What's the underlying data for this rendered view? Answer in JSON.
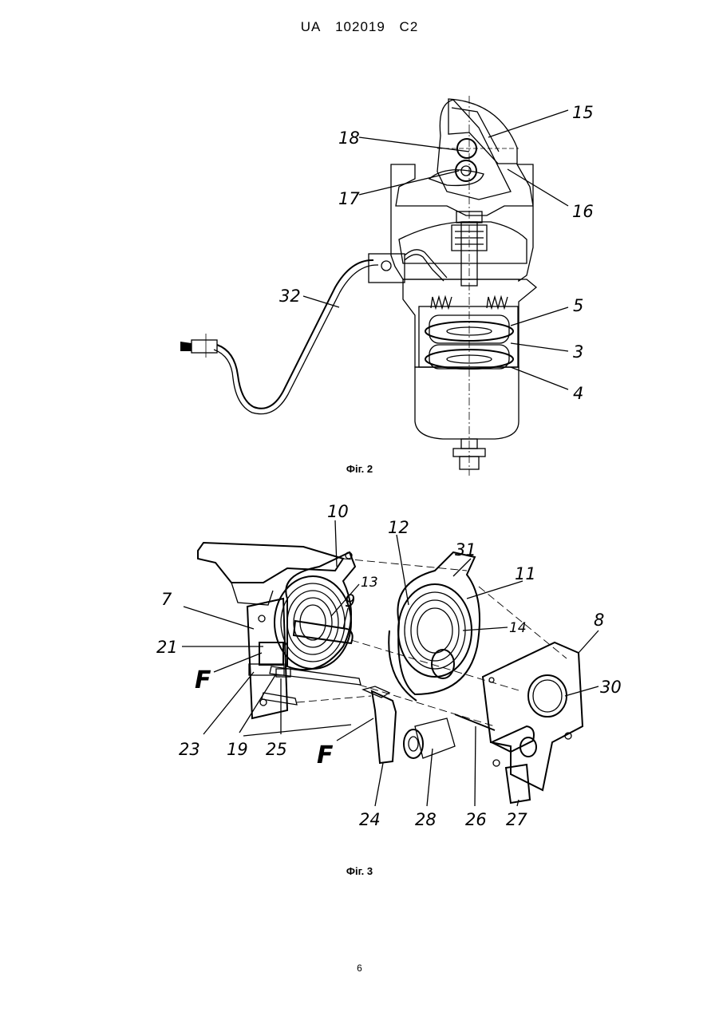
{
  "header": {
    "country": "UA",
    "number": "102019",
    "kind": "C2"
  },
  "figures": [
    {
      "caption": "Фіг. 2",
      "labels": [
        "15",
        "18",
        "17",
        "16",
        "32",
        "5",
        "3",
        "4"
      ]
    },
    {
      "caption": "Фіг. 3",
      "labels": [
        "10",
        "12",
        "31",
        "11",
        "7",
        "13",
        "9",
        "14",
        "8",
        "21",
        "F",
        "30",
        "23",
        "19",
        "25",
        "F",
        "24",
        "28",
        "26",
        "27"
      ]
    }
  ],
  "page_number": "6",
  "colors": {
    "ink": "#000000",
    "paper": "#ffffff",
    "hatch": "#333333"
  }
}
